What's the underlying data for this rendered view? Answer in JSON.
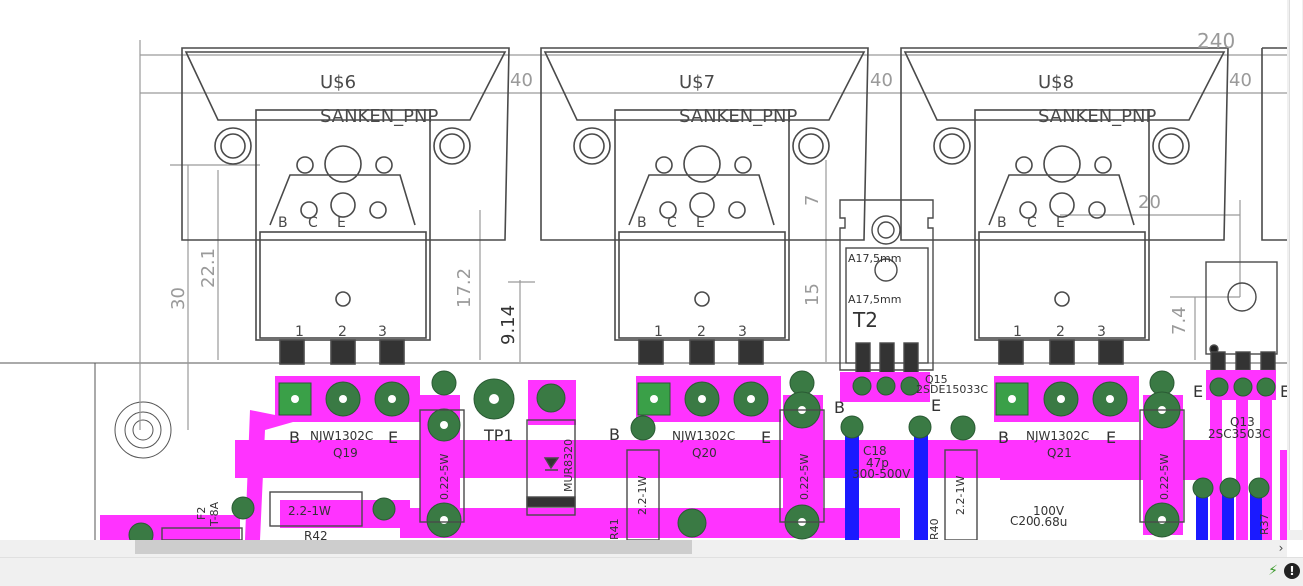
{
  "board": {
    "dimension_top": "240",
    "parts": [
      {
        "name": "U$6",
        "value": "SANKEN_PNP",
        "pins": [
          "B",
          "C",
          "E"
        ],
        "pads": [
          "1",
          "2",
          "3"
        ],
        "dim": "40"
      },
      {
        "name": "U$7",
        "value": "SANKEN_PNP",
        "pins": [
          "B",
          "C",
          "E"
        ],
        "pads": [
          "1",
          "2",
          "3"
        ],
        "dim": "40"
      },
      {
        "name": "U$8",
        "value": "SANKEN_PNP",
        "pins": [
          "B",
          "C",
          "E"
        ],
        "pads": [
          "1",
          "2",
          "3"
        ],
        "dim": "40"
      }
    ],
    "dim_right_40": "40",
    "dims": {
      "d30": "30",
      "d22": "22.1",
      "d17": "17.2",
      "d914": "9.14",
      "d15": "15",
      "d7": "7",
      "d20": "20",
      "d74": "7.4"
    },
    "t2": {
      "name": "T2",
      "label1": "A17,5mm",
      "label2": "A17,5mm",
      "q15": "Q15",
      "q15_value": "2SDE15033C"
    },
    "labels": {
      "q19_value": "NJW1302C",
      "q19_name": "Q19",
      "q20_value": "NJW1302C",
      "q20_name": "Q20",
      "q21_value": "NJW1302C",
      "q21_name": "Q21",
      "q13_name": "Q13",
      "q13_value": "2SC3503C",
      "tp1": "TP1",
      "d_mur": "MUR8320",
      "r_022_a": "0.22-5W",
      "r_022_b": "0.22-5W",
      "r_022_c": "0.22-5W",
      "r_221_a": "2.2-1W",
      "r_221_b": "2.2-1W",
      "r_221_c": "2.2-1W",
      "r41": "R41",
      "r40": "R40",
      "r42": "R42",
      "r37": "R37",
      "c18": "C18",
      "c18_v1": "47p",
      "c18_v2": "300-500V",
      "c20": "C20",
      "c20_v1": "100V",
      "c20_v2": "0.68u",
      "f2": "F2",
      "f2_v": "T-8A",
      "b": "B",
      "e": "E"
    }
  },
  "colors": {
    "copper_top": "#ff33ff",
    "copper_bottom": "#1a1aff",
    "pad": "#3a7a44",
    "pad_sq": "#3aa048",
    "silk": "#4a4a4a",
    "dim": "#9a9a9a"
  },
  "statusbar": {
    "run_icon": "run-icon",
    "stop_icon": "stop-icon"
  },
  "scroll": {
    "arrow": "›"
  }
}
